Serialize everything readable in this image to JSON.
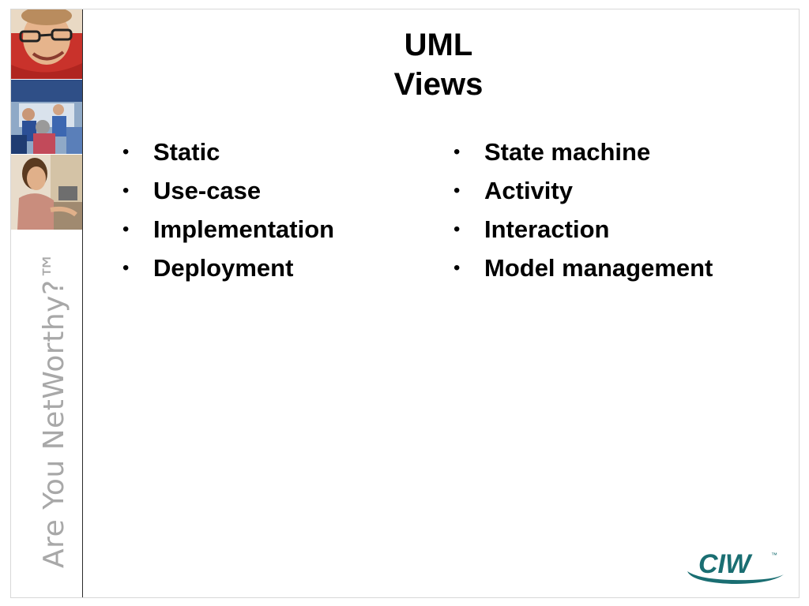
{
  "slide": {
    "title_line1": "UML",
    "title_line2": "Views",
    "bullet_marker": "•",
    "left_items": [
      "Static",
      "Use-case",
      "Implementation",
      "Deployment"
    ],
    "right_items": [
      "State machine",
      "Activity",
      "Interaction",
      "Model management"
    ]
  },
  "sidebar": {
    "tagline": "Are You NetWorthy?™"
  },
  "logo": {
    "text": "CIW",
    "trademark": "™",
    "color": "#1a6e72"
  }
}
